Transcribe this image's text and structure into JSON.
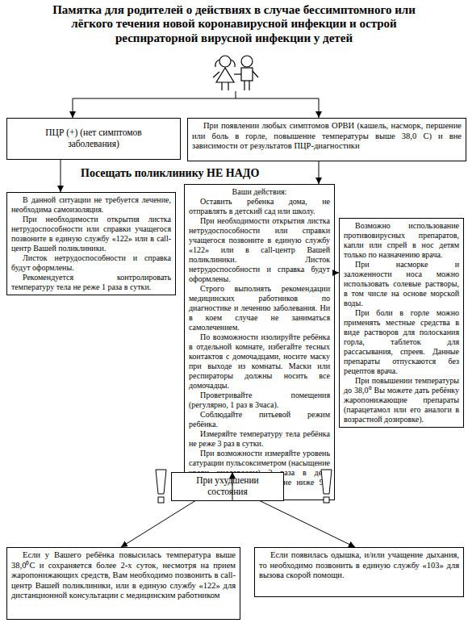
{
  "diagram": {
    "title": "Памятка для родителей о действиях в случае бессимптомного или лёгкого течения новой коронавирусной инфекции и острой респираторной вирусной инфекции у детей",
    "nodes": [
      {
        "text": [
          "ПЦР (+) (нет симптомов заболевания)"
        ]
      },
      {
        "text": [
          "При появлении любых симптомов ОРВИ (кашель, насморк, першение или боль в горле, повышение температуры выше 38,0 С) и вне зависимости от результатов ПЦР-диагностики"
        ]
      },
      {
        "text": [
          "В данной ситуации не требуется лечение, необходима самоизоляция.",
          "При необходимости открытия листка нетрудоспособности или справки учащегося позвоните в единую службу «122» или в call-центр Вашей поликлиники.",
          "Листок нетрудоспособности и справка будут оформлены.",
          "Рекомендуется контролировать температуру тела не реже 1 раза в сутки."
        ]
      },
      {
        "text": [
          "Ваши действия:",
          "Оставить ребенка дома, не отправлять в детский сад или школу.",
          "При необходимости открытия листка нетрудоспособности или справки учащегося позвоните в единую службу «122» или в call-центр Вашей поликлиники. Листок нетрудоспособности и справка будут оформлены.",
          "Строго выполнять рекомендации медицинских работников по диагностике и лечению заболевания. Ни в коем случае не заниматься самолечением.",
          "По возможности изолируйте ребёнка в отдельной комнате, избегайте тесных контактов с домочадцами, носите маску при выходе из комнаты. Маски или респираторы должны носить все домочадцы.",
          "Проветривайте помещения (регулярно, 1 раз в 3часа).",
          "Соблюдайте питьевой режим ребёнка.",
          "Измеряйте температуру тела ребёнка не реже 3 раз в сутки.",
          "При возможности измеряйте уровень сатурации пульсоксиметром (насыщение крови кислородом) 2 раза в день (нормальные значения – не ниже 95-96%)."
        ]
      },
      {
        "text": [
          "Возможно использование противовирусных препаратов, капли или спрей в нос детям только по назначению врача.",
          "При насморке и заложенности носа можно использовать солевые растворы, в том числе на основе морской воды.",
          "При боли в горле можно применять местные средства в виде растворов для полоскания горла, таблеток для рассасывания, спреев. Данные препараты отпускаются без рецептов врача.",
          "При повышении температуры до 38,0⁰ Вы можете дать ребёнку жаропонижающие препараты (парацетамол или его аналоги в возрастной дозировке)."
        ]
      },
      {
        "text": [
          "При ухудшении состояния"
        ]
      },
      {
        "text": [
          "Если у Вашего ребёнка повысилась температура выше 38,0⁰С и сохраняется более 2-х суток, несмотря на прием жаропонижающих средств, Вам необходимо позвонить в call-центр Вашей поликлиники, или в единую службу «122» для дистанционной консультации с медицинским работником"
        ]
      },
      {
        "text": [
          "Если появилась одышка, и/или учащение дыхания, то необходимо позвонить в единую службу «103» для вызова скорой помощи."
        ]
      }
    ],
    "edges": [
      {
        "from": 0,
        "to": 2,
        "arrow": "to"
      },
      {
        "from": 1,
        "to": 3,
        "arrow": "to"
      },
      {
        "from": 3,
        "to": 4,
        "arrow": "to"
      },
      {
        "from": 3,
        "to": 5,
        "arrow": "to"
      },
      {
        "from": 5,
        "to": 6,
        "arrow": "to"
      },
      {
        "from": 5,
        "to": 7,
        "arrow": "to"
      }
    ],
    "labels": [
      "Посещать поликлинику НЕ НАДО"
    ]
  }
}
